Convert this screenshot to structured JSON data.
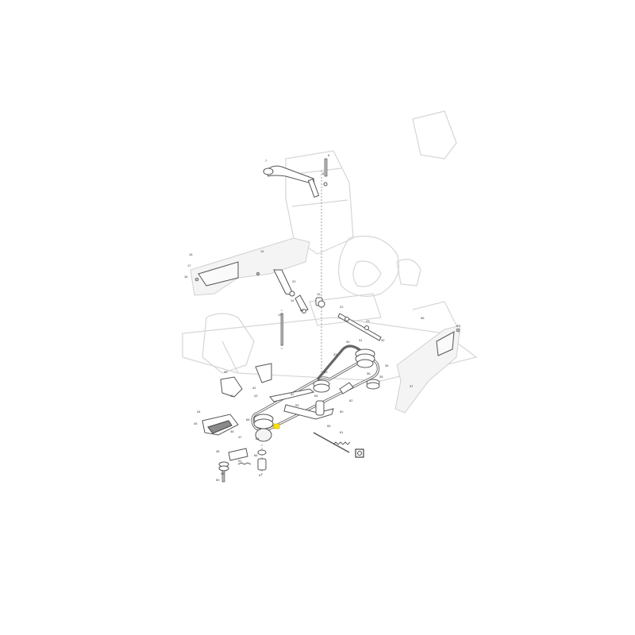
{
  "diagram": {
    "highlighted_part": "65",
    "callouts": [
      {
        "id": "c-top-1",
        "label": "7"
      },
      {
        "id": "c-top-2",
        "label": "5"
      },
      {
        "id": "c-top-3",
        "label": "8"
      },
      {
        "id": "c-left-1",
        "label": "18"
      },
      {
        "id": "c-left-2",
        "label": "17"
      },
      {
        "id": "c-left-3",
        "label": "16"
      },
      {
        "id": "c-mid-1",
        "label": "19"
      },
      {
        "id": "c-mid-2",
        "label": "20"
      },
      {
        "id": "c-mid-3",
        "label": "21"
      },
      {
        "id": "c-mid-4",
        "label": "13"
      },
      {
        "id": "c-mid-5",
        "label": "14"
      },
      {
        "id": "c-mid-6",
        "label": "15"
      },
      {
        "id": "c-mid-7",
        "label": "22"
      },
      {
        "id": "c-mid-8",
        "label": "23"
      },
      {
        "id": "c-right-1",
        "label": "30"
      },
      {
        "id": "c-right-2",
        "label": "31"
      },
      {
        "id": "c-right-3",
        "label": "32"
      },
      {
        "id": "c-right-4",
        "label": "33"
      },
      {
        "id": "c-right-5",
        "label": "34"
      },
      {
        "id": "c-right-6",
        "label": "35"
      },
      {
        "id": "c-right-7",
        "label": "36"
      },
      {
        "id": "c-right-8",
        "label": "37"
      },
      {
        "id": "c-far-1",
        "label": "56"
      },
      {
        "id": "c-far-2",
        "label": "57"
      },
      {
        "id": "c-low-1",
        "label": "40"
      },
      {
        "id": "c-low-2",
        "label": "41"
      },
      {
        "id": "c-low-3",
        "label": "42"
      },
      {
        "id": "c-low-4",
        "label": "43"
      },
      {
        "id": "c-low-5",
        "label": "44"
      },
      {
        "id": "c-low-6",
        "label": "45"
      },
      {
        "id": "c-low-7",
        "label": "46"
      },
      {
        "id": "c-low-8",
        "label": "47"
      },
      {
        "id": "c-low-9",
        "label": "48"
      },
      {
        "id": "c-low-10",
        "label": "49"
      },
      {
        "id": "c-low-11",
        "label": "50"
      },
      {
        "id": "c-low-12",
        "label": "51"
      },
      {
        "id": "c-low-13",
        "label": "52"
      },
      {
        "id": "c-low-14",
        "label": "53"
      },
      {
        "id": "c-low-15",
        "label": "54"
      },
      {
        "id": "c-low-16",
        "label": "55"
      },
      {
        "id": "c-low-17",
        "label": "60"
      },
      {
        "id": "c-low-18",
        "label": "61"
      },
      {
        "id": "c-low-19",
        "label": "62"
      },
      {
        "id": "c-low-20",
        "label": "63"
      },
      {
        "id": "c-low-21",
        "label": "64"
      },
      {
        "id": "c-low-22",
        "label": "66"
      },
      {
        "id": "c-low-23",
        "label": "67"
      },
      {
        "id": "c-low-24",
        "label": "68"
      }
    ]
  }
}
